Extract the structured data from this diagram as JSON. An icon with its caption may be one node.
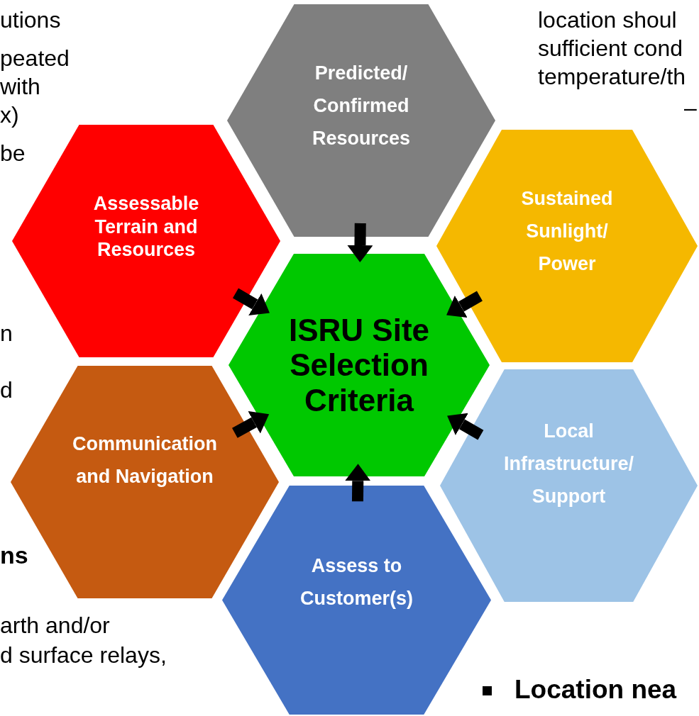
{
  "diagram": {
    "nodes": [
      {
        "text": [
          "Predicted/ Confirmed Resources"
        ]
      },
      {
        "text": [
          "Assessable Terrain and Resources"
        ]
      },
      {
        "text": [
          "Sustained Sunlight/ Power"
        ]
      },
      {
        "text": [
          "ISRU Site Selection Criteria"
        ]
      },
      {
        "text": [
          "Communication and Navigation"
        ]
      },
      {
        "text": [
          "Local Infrastructure/ Support"
        ]
      },
      {
        "text": [
          "Assess to Customer(s)"
        ]
      }
    ],
    "edges": [
      {
        "from": 0,
        "to": 3,
        "arrow": "to"
      },
      {
        "from": 1,
        "to": 3,
        "arrow": "to"
      },
      {
        "from": 2,
        "to": 3,
        "arrow": "to"
      },
      {
        "from": 4,
        "to": 3,
        "arrow": "to"
      },
      {
        "from": 5,
        "to": 3,
        "arrow": "to"
      },
      {
        "from": 6,
        "to": 3,
        "arrow": "to"
      }
    ],
    "labels": [
      "utions",
      "location shoul",
      "sufficient cond",
      "peated",
      "temperature/th",
      "with",
      "x)",
      "–",
      "be",
      "n",
      "d",
      "ns",
      "arth and/or",
      "d surface relays,",
      "Location nea"
    ]
  }
}
